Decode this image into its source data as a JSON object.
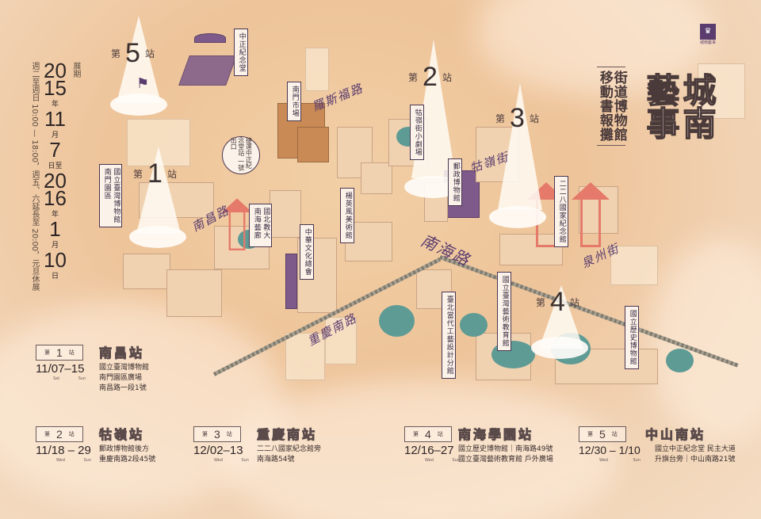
{
  "logo": {
    "name": "城南藝事"
  },
  "title": {
    "columns": [
      "城南",
      "藝事"
    ]
  },
  "subtitle": {
    "columns": [
      "街道博物館",
      "移動書報攤"
    ]
  },
  "exhibition_period": {
    "label": "展期",
    "start_year_a": "20",
    "start_year_b": "15",
    "year_unit": "年",
    "start_month": "11",
    "month_unit": "月",
    "start_day": "7",
    "day_unit_to": "日至",
    "end_year_a": "20",
    "end_year_b": "16",
    "end_month": "1",
    "end_day": "10",
    "day_unit": "日",
    "hours": "週二至週日 10:00 — 18:00，週五、六延長至 20:00，元旦休展"
  },
  "station_markers": [
    {
      "prefix": "第",
      "num": "5",
      "suffix": "站"
    },
    {
      "prefix": "第",
      "num": "1",
      "suffix": "站"
    },
    {
      "prefix": "第",
      "num": "2",
      "suffix": "站"
    },
    {
      "prefix": "第",
      "num": "3",
      "suffix": "站"
    },
    {
      "prefix": "第",
      "num": "4",
      "suffix": "站"
    }
  ],
  "landmarks": {
    "cks_hall": "中正紀念堂",
    "nanmen_market": "南門市場",
    "ntm_nanmen": "國立臺灣博物館 南門園區",
    "mrt_exit": "捷運中正紀念堂站 一號出口",
    "ntue_gallery": "國北教大 南海藝廊",
    "gacc": "中華文化總會",
    "yuyu_yang": "楊英風美術館",
    "guling_theater": "牯嶺街小劇場",
    "postal_museum": "郵政博物館",
    "memorial_228": "二二八國家紀念館",
    "arts_education": "國立臺灣藝術教育館",
    "craft_design": "臺北當代工藝設計分館",
    "history_museum": "國立歷史博物館"
  },
  "roads": {
    "roosevelt": "羅斯福路",
    "guling": "牯嶺街",
    "nanchang": "南昌路",
    "nanhai": "南海路",
    "quanzhou": "泉州街",
    "chongqing": "重慶南路"
  },
  "stops": [
    {
      "pre": "第",
      "num": "1",
      "post": "站",
      "name": "南昌站",
      "date": "11/07–15",
      "days": "Sat Sun",
      "venue": [
        "國立臺灣博物館",
        "南門園區廣場",
        "南昌路一段1號"
      ]
    },
    {
      "pre": "第",
      "num": "2",
      "post": "站",
      "name": "牯嶺站",
      "date": "11/18 – 29",
      "days": "Wed Sun",
      "venue": [
        "郵政博物館後方",
        "重慶南路2段45號"
      ]
    },
    {
      "pre": "第",
      "num": "3",
      "post": "站",
      "name": "重慶南站",
      "date": "12/02–13",
      "days": "Wed Sun",
      "venue": [
        "二二八國家紀念館旁",
        "南海路54號"
      ]
    },
    {
      "pre": "第",
      "num": "4",
      "post": "站",
      "name": "南海學園站",
      "date": "12/16–27",
      "days": "Wed Sun",
      "venue": [
        "國立歷史博物館｜南海路49號",
        "國立臺灣藝術教育館 戶外廣場"
      ]
    },
    {
      "pre": "第",
      "num": "5",
      "post": "站",
      "name": "中山南站",
      "date": "12/30 – 1/10",
      "days": "Wed Sun",
      "venue": [
        "國立中正紀念堂 民主大道",
        "升旗台旁｜中山南路21號"
      ]
    }
  ]
}
